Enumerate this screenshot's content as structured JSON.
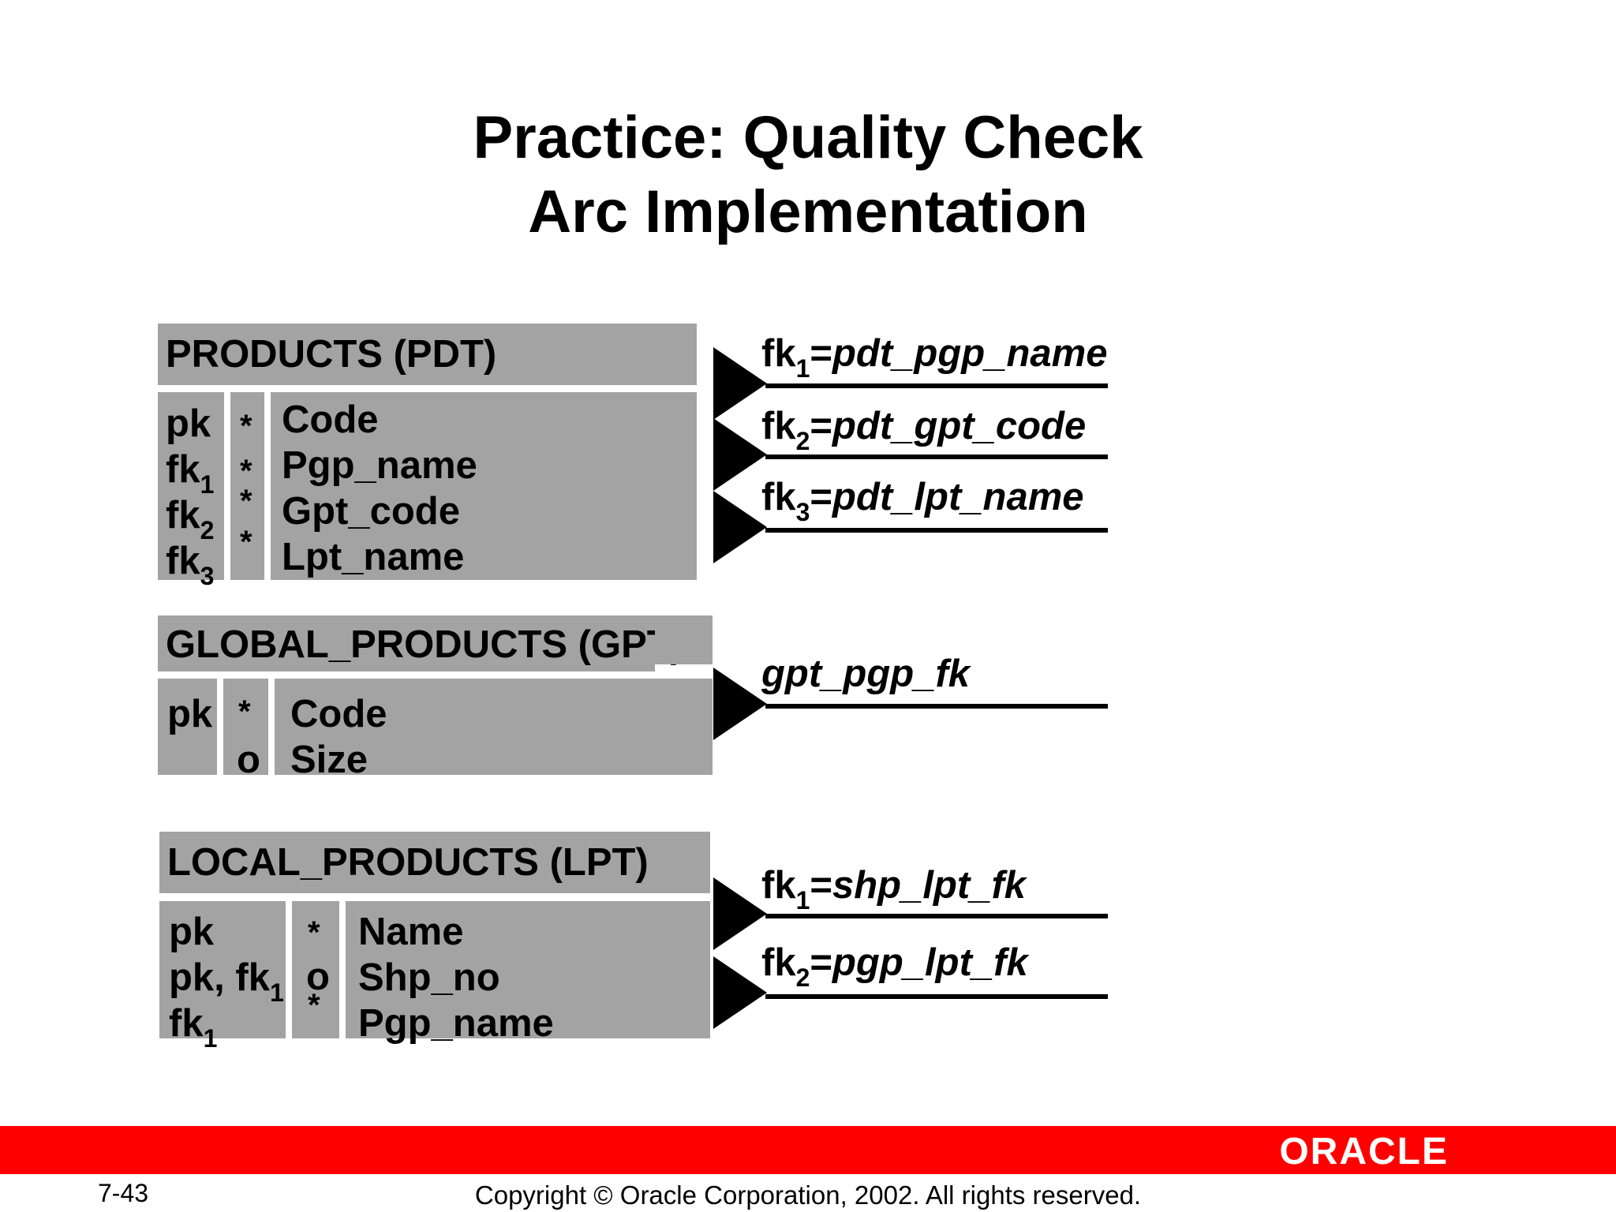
{
  "title": {
    "line1": "Practice: Quality Check",
    "line2": "Arc Implementation"
  },
  "tables": [
    {
      "name": "PRODUCTS (PDT)",
      "keys": [
        "pk",
        "fk",
        "fk",
        "fk"
      ],
      "key_subs": [
        "",
        "1",
        "2",
        "3"
      ],
      "optionality": [
        "*",
        "*",
        "*",
        "*"
      ],
      "columns": [
        "Code",
        "Pgp_name",
        "Gpt_code",
        "Lpt_name"
      ],
      "relations": [
        {
          "prefix": "fk",
          "sub": "1",
          "name": "pdt_pgp_name"
        },
        {
          "prefix": "fk",
          "sub": "2",
          "name": "pdt_gpt_code"
        },
        {
          "prefix": "fk",
          "sub": "3",
          "name": "pdt_lpt_name"
        }
      ]
    },
    {
      "name": "GLOBAL_PRODUCTS (GPT)",
      "keys": [
        "pk"
      ],
      "optionality": [
        "*",
        "o"
      ],
      "columns": [
        "Code",
        "Size"
      ],
      "relations": [
        {
          "name": "gpt_pgp_fk"
        }
      ]
    },
    {
      "name": "LOCAL_PRODUCTS (LPT)",
      "keys": [
        "pk",
        "pk, fk",
        "fk"
      ],
      "key_subs": [
        "",
        "1",
        "1"
      ],
      "optionality": [
        "*",
        "o",
        "*"
      ],
      "columns": [
        "Name",
        "Shp_no",
        "Pgp_name"
      ],
      "relations": [
        {
          "prefix": "fk",
          "sub": "1",
          "name": "shp_lpt_fk"
        },
        {
          "prefix": "fk",
          "sub": "2",
          "name": "pgp_lpt_fk"
        }
      ]
    }
  ],
  "footer": {
    "brand": "ORACLE",
    "page": "7-43",
    "copyright": "Copyright © Oracle Corporation, 2002. All rights reserved."
  },
  "colors": {
    "table_fill": "#a3a3a3",
    "footer_bar": "#ff0000"
  }
}
